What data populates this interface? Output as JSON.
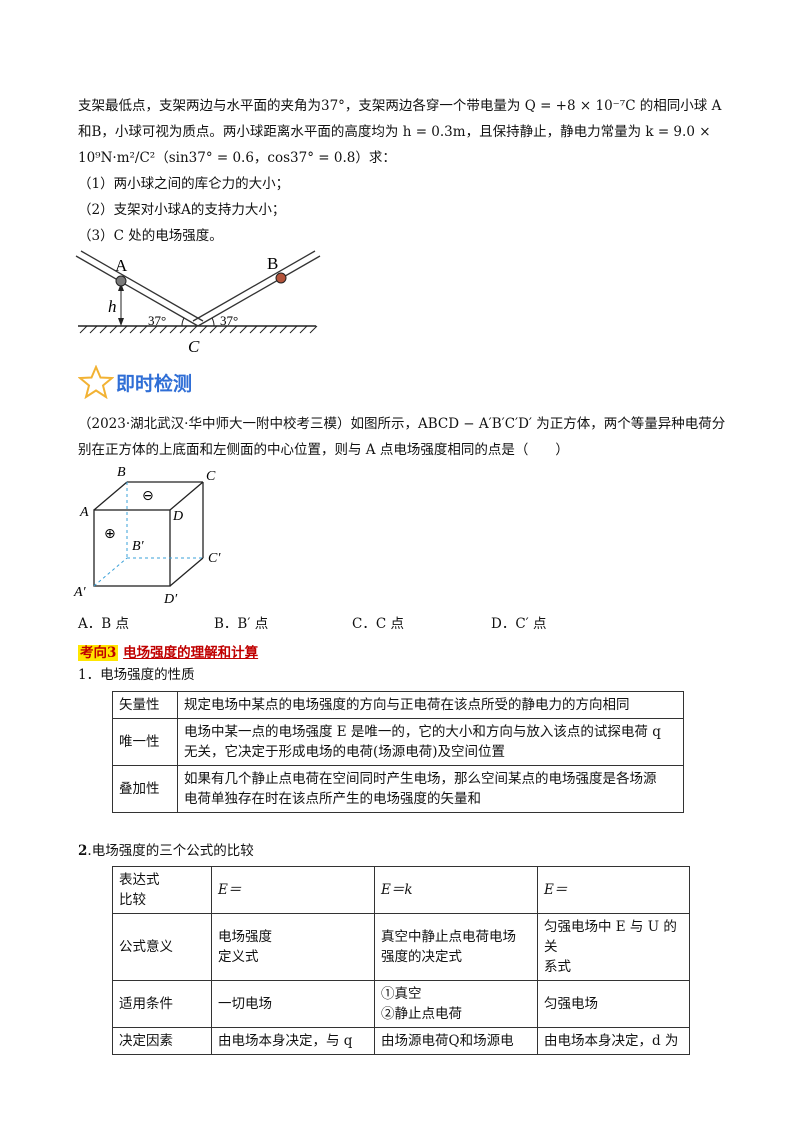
{
  "problem": {
    "line1": "支架最低点，支架两边与水平面的夹角为37°，支架两边各穿一个带电量为 Q = +8 × 10⁻⁷C 的相同小球 A",
    "line2": "和B，小球可视为质点。两小球距离水平面的高度均为 h = 0.3m，且保持静止，静电力常量为 k = 9.0 ×",
    "line3": "10⁹N·m²/C²（sin37° = 0.6，cos37° = 0.8）求：",
    "q1": "（1）两小球之间的库仑力的大小；",
    "q2": "（2）支架对小球A的支持力大小；",
    "q3": "（3）C 处的电场强度。"
  },
  "figure1": {
    "label_a": "A",
    "label_b": "B",
    "label_c": "C",
    "label_h": "h",
    "angle_left": "37°",
    "angle_right": "37°"
  },
  "check": {
    "title": "即时检测"
  },
  "mcq": {
    "line1": "（2023·湖北武汉·华中师大一附中校考三模）如图所示，ABCD − A′B′C′D′ 为正方体，两个等量异种电荷分",
    "line2": "别在正方体的上底面和左侧面的中心位置，则与 A 点电场强度相同的点是（　　）"
  },
  "cube": {
    "B": "B",
    "C": "C",
    "A": "A",
    "D": "D",
    "Bp": "B′",
    "Cp": "C′",
    "Ap": "A′",
    "Dp": "D′",
    "neg": "⊖",
    "pos": "⊕"
  },
  "options": {
    "a": "A．B 点",
    "b": "B．B′ 点",
    "c": "C．C 点",
    "d": "D．C′ 点"
  },
  "section": {
    "tag": "考向3",
    "title": "电场强度的理解和计算"
  },
  "part1": {
    "heading": "1．电场强度的性质",
    "rows": [
      {
        "name": "矢量性",
        "desc": "规定电场中某点的电场强度的方向与正电荷在该点所受的静电力的方向相同"
      },
      {
        "name": "唯一性",
        "desc1": "电场中某一点的电场强度 E 是唯一的，它的大小和方向与放入该点的试探电荷 q",
        "desc2": "无关，它决定于形成电场的电荷(场源电荷)及空间位置"
      },
      {
        "name": "叠加性",
        "desc1": "如果有几个静止点电荷在空间同时产生电场，那么空间某点的电场强度是各场源",
        "desc2": "电荷单独存在时在该点所产生的电场强度的矢量和"
      }
    ]
  },
  "part2": {
    "heading_num": "2",
    "heading_text": ".电场强度的三个公式的比较",
    "header": {
      "c0a": "表达式",
      "c0b": "比较",
      "c1": "E＝",
      "c2": "E＝k",
      "c3": "E＝"
    },
    "row1": {
      "c0": "公式意义",
      "c1a": "电场强度",
      "c1b": "定义式",
      "c2a": "真空中静止点电荷电场",
      "c2b": "强度的决定式",
      "c3a": "匀强电场中 E 与 U 的关",
      "c3b": "系式"
    },
    "row2": {
      "c0": "适用条件",
      "c1": "一切电场",
      "c2a": "①真空",
      "c2b": "②静止点电荷",
      "c3": "匀强电场"
    },
    "row3": {
      "c0": "决定因素",
      "c1": "由电场本身决定，与 q",
      "c2": "由场源电荷Q和场源电",
      "c3": "由电场本身决定，d 为"
    }
  },
  "colors": {
    "accent_blue": "#2f6ed6",
    "section_red": "#c00000",
    "tag_yellow": "#ffe600",
    "ball_brown": "#b3533a"
  }
}
